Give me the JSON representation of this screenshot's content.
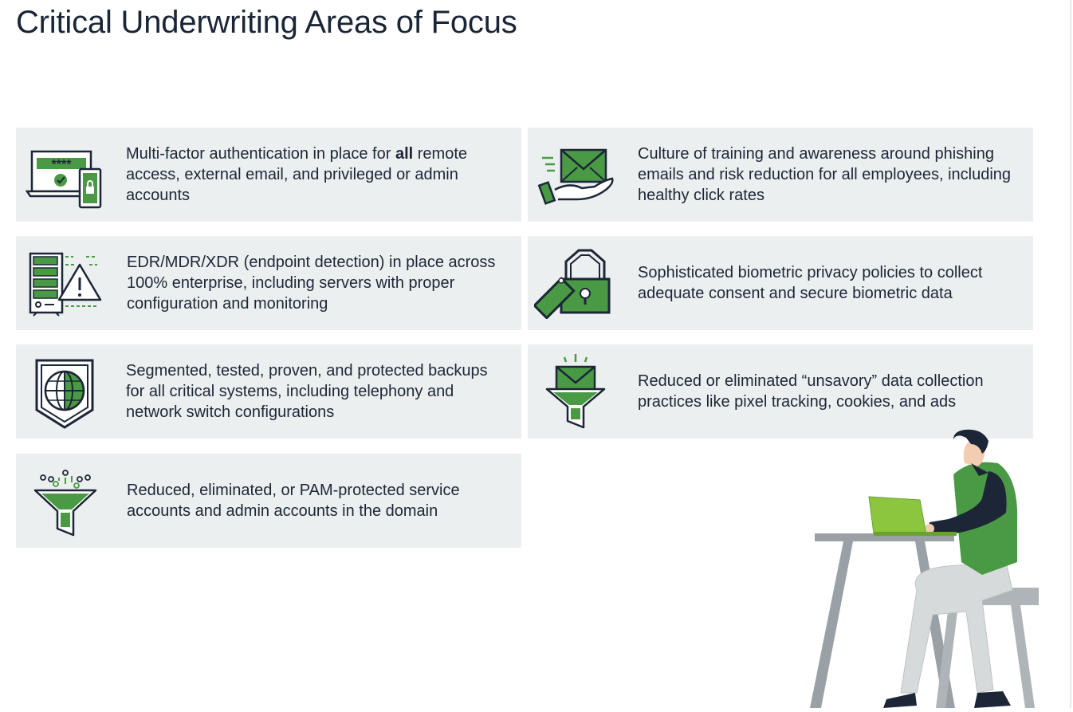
{
  "title": "Critical Underwriting Areas of Focus",
  "colors": {
    "accent_green": "#4a9a45",
    "navy": "#1c2636",
    "card_bg": "#eceff0"
  },
  "cards": [
    {
      "icon": "laptop-phone-password-icon",
      "pre": "Multi-factor authentication in place for ",
      "bold": "all",
      "post": " remote access, external email, and privileged or admin accounts",
      "password_mask": "****"
    },
    {
      "icon": "hand-envelope-icon",
      "text": "Culture of training and awareness around phishing emails and risk reduction for all employees, including healthy click rates"
    },
    {
      "icon": "server-warning-icon",
      "text": "EDR/MDR/XDR (endpoint detection) in place across 100% enterprise, including servers with proper configuration and monitoring"
    },
    {
      "icon": "padlock-tag-icon",
      "text": "Sophisticated biometric privacy policies to collect adequate consent and secure biometric data"
    },
    {
      "icon": "globe-shield-icon",
      "text": "Segmented, tested, proven, and protected backups for all critical systems, including telephony and network switch configurations"
    },
    {
      "icon": "envelope-funnel-icon",
      "text": "Reduced or eliminated “unsavory” data collection practices like pixel tracking, cookies, and ads"
    },
    {
      "icon": "filter-funnel-icon",
      "text": "Reduced, eliminated, or PAM-protected service accounts and admin accounts in the domain"
    }
  ],
  "illustration": "person-with-laptop-illustration"
}
